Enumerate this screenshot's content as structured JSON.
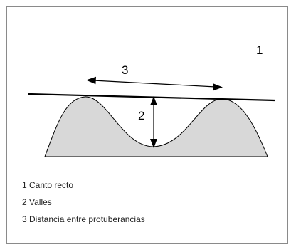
{
  "diagram": {
    "callouts": {
      "straight_edge": "1",
      "valleys": "2",
      "distance": "3"
    },
    "colors": {
      "profile_fill": "#d8d8d8",
      "stroke": "#000000",
      "frame": "#8a8a8a"
    }
  },
  "legend": [
    "1 Canto recto",
    "2 Valles",
    "3 Distancia entre protuberancias"
  ]
}
